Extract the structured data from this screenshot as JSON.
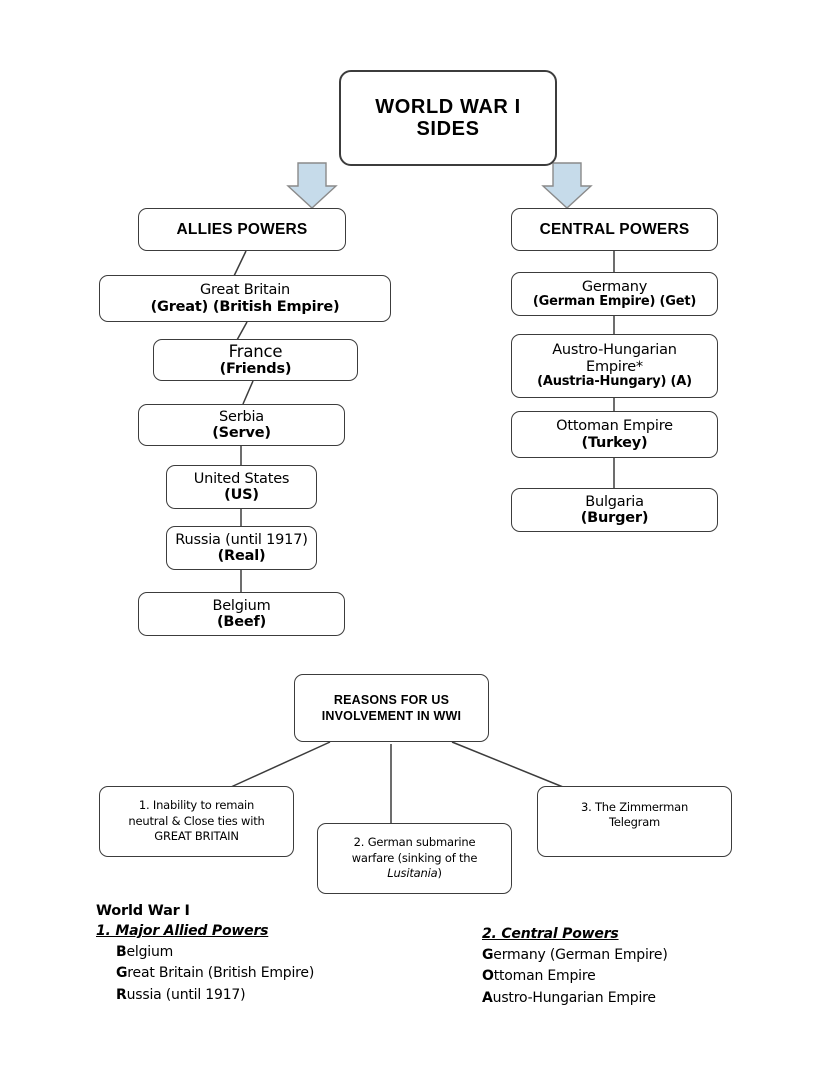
{
  "title_box": {
    "line1": "WORLD WAR I",
    "line2": "SIDES"
  },
  "arrows": {
    "left": "down-arrow",
    "right": "down-arrow",
    "fill": "#c6dbea",
    "stroke": "#8a8a8a"
  },
  "columns": {
    "allies": {
      "header": "ALLIES POWERS",
      "items": [
        {
          "l1": "Great Britain",
          "l2": "(Great) (British Empire)"
        },
        {
          "l1": "France",
          "l2": "(Friends)"
        },
        {
          "l1": "Serbia",
          "l2": "(Serve)"
        },
        {
          "l1": "United States",
          "l2": "(US)"
        },
        {
          "l1": "Russia (until 1917)",
          "l2": "(Real)"
        },
        {
          "l1": "Belgium",
          "l2": "(Beef)"
        }
      ]
    },
    "central": {
      "header": "CENTRAL POWERS",
      "items": [
        {
          "l1": "Germany",
          "l2": "(German Empire) (Get)"
        },
        {
          "l1": "Austro-Hungarian",
          "l2": "Empire*",
          "l3": "(Austria-Hungary) (A)"
        },
        {
          "l1": "Ottoman Empire",
          "l2": "(Turkey)"
        },
        {
          "l1": "Bulgaria",
          "l2": "(Burger)"
        }
      ]
    }
  },
  "reasons": {
    "header": {
      "line1": "REASONS FOR US",
      "line2": "INVOLVEMENT IN WWI"
    },
    "items": [
      {
        "line1": "1.  Inability to remain",
        "line2": "neutral & Close ties with",
        "line3": "GREAT BRITAIN"
      },
      {
        "line1": "2.  German submarine",
        "line2": "warfare (sinking of the",
        "line3_italic": "Lusitania",
        "line3_tail": ")"
      },
      {
        "line1": "3. The Zimmerman",
        "line2": "Telegram"
      }
    ]
  },
  "notes": {
    "title": "World War I",
    "left": {
      "subtitle": "1. Major Allied Powers",
      "items": [
        {
          "cap": "B",
          "rest": "elgium"
        },
        {
          "cap": "G",
          "rest": "reat Britain (British Empire)"
        },
        {
          "cap": "R",
          "rest": "ussia (until 1917)"
        }
      ]
    },
    "right": {
      "subtitle": "2. Central Powers",
      "items": [
        {
          "cap": "G",
          "rest": "ermany (German Empire)"
        },
        {
          "cap": "O",
          "rest": "ttoman Empire"
        },
        {
          "cap": "A",
          "rest": "ustro-Hungarian Empire"
        }
      ]
    }
  }
}
